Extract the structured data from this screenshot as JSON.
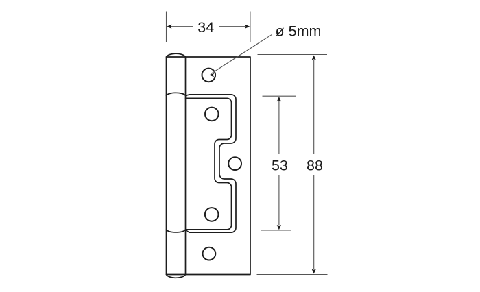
{
  "title": "Flush hinge technical drawing",
  "colors": {
    "background": "#ffffff",
    "part_line": "#1d1d1d",
    "dimension_line": "#555555",
    "text": "#1a1a1a"
  },
  "dimensions": {
    "width": {
      "label": "34",
      "unit": "mm"
    },
    "inner_height": {
      "label": "53",
      "unit": "mm"
    },
    "total_height": {
      "label": "88",
      "unit": "mm"
    },
    "hole_diameter": {
      "label": "ø 5mm"
    }
  },
  "part": {
    "name": "flush hinge",
    "screw_hole_count": 5
  }
}
